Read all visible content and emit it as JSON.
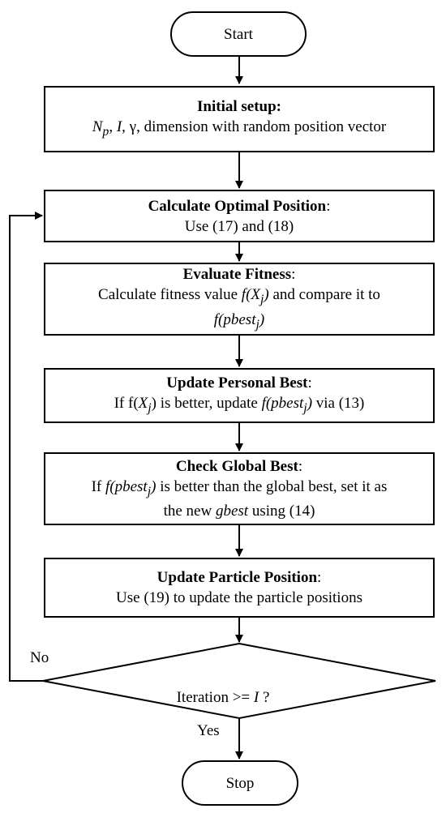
{
  "start": "Start",
  "stop": "Stop",
  "initial_setup": {
    "title": "Initial setup:",
    "vars": [
      "N",
      "p",
      ", ",
      "I",
      ", γ, dimension with random position vector"
    ]
  },
  "calc_optimal": {
    "title": "Calculate Optimal Position",
    "colon": ":",
    "line1": "Use (17) and (18)"
  },
  "evaluate": {
    "title": "Evaluate Fitness",
    "colon": ":",
    "line1_pre": "Calculate fitness value ",
    "line1_fx": "f(X",
    "line1_sub": "j",
    "line1_close": ")",
    "line1_post": " and compare it to",
    "line2_f": "f(pbest",
    "line2_sub": "j",
    "line2_close": ")"
  },
  "personal_best": {
    "title": "Update Personal Best",
    "colon": ":",
    "pre": "If f(",
    "x": "X",
    "sub": "j",
    "mid": ") is better, update ",
    "f": "f(pbest",
    "sub2": "j",
    "close": ")",
    "post": " via (13)"
  },
  "global_best": {
    "title": "Check Global Best",
    "colon": ":",
    "pre": "If ",
    "f": "f(pbest",
    "sub": "j",
    "close": ")",
    "post": " is better than the global best, set it as",
    "line2_pre": "the new ",
    "gbest": "gbest",
    "line2_post": " using (14)"
  },
  "particle": {
    "title": "Update Particle Position",
    "colon": ":",
    "line1": "Use (19) to update the particle positions"
  },
  "decision": {
    "pre": "Iteration >= ",
    "var": "I",
    "post": " ?"
  },
  "no_label": "No",
  "yes_label": "Yes"
}
